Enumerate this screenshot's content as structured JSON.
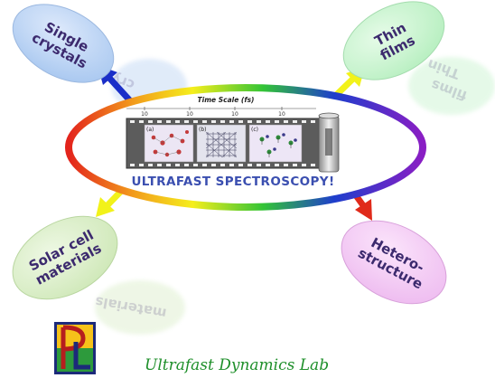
{
  "center": {
    "axis_title": "Time Scale (fs)",
    "ticks": [
      "10",
      "10",
      "10",
      "10"
    ],
    "panels": [
      "(a)",
      "(b)",
      "(c)"
    ],
    "title": "ULTRAFAST SPECTROSCOPY!"
  },
  "nodes": {
    "top_left": {
      "line1": "Single",
      "line2": "crystals",
      "color": "#a9c8f0"
    },
    "top_right": {
      "line1": "Thin",
      "line2": "films",
      "color": "#b7efc0"
    },
    "bottom_left": {
      "line1": "Solar cell",
      "line2": "materials",
      "color": "#cfe8b8"
    },
    "bottom_right": {
      "line1": "Hetero-",
      "line2": "structure",
      "color": "#eebcf0"
    }
  },
  "arrows": {
    "top_left": "#1a2ec8",
    "top_right": "#f2f21a",
    "bottom_left": "#f2f21a",
    "bottom_right": "#e02a1a"
  },
  "footer": {
    "lab_name": "Ultrafast Dynamics Lab",
    "logo_letters": "PL"
  }
}
